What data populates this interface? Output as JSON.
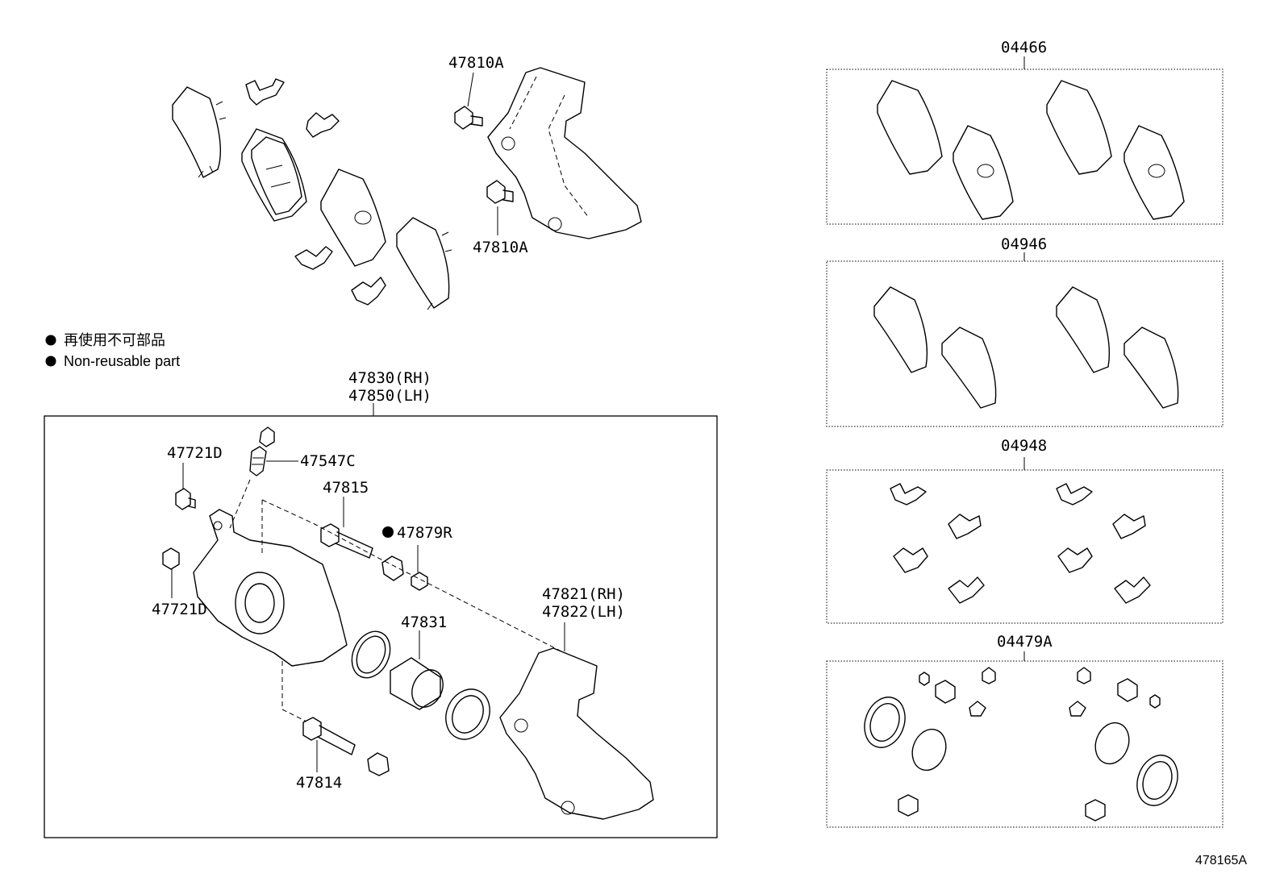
{
  "legend": {
    "bullet_color": "#000000",
    "line_jp": "再使用不可部品",
    "line_en": "Non-reusable part"
  },
  "callouts": {
    "p47810A_top": "47810A",
    "p47810A_bottom": "47810A",
    "assembly_rh": "47830(RH)",
    "assembly_lh": "47850(LH)",
    "p47721D_top": "47721D",
    "p47721D_bottom": "47721D",
    "p47547C": "47547C",
    "p47815": "47815",
    "p47879R": "47879R",
    "p47831": "47831",
    "p47821": "47821(RH)",
    "p47822": "47822(LH)",
    "p47814": "47814"
  },
  "kits": {
    "k04466": "04466",
    "k04946": "04946",
    "k04948": "04948",
    "k04479A": "04479A"
  },
  "figure_id": "478165A"
}
